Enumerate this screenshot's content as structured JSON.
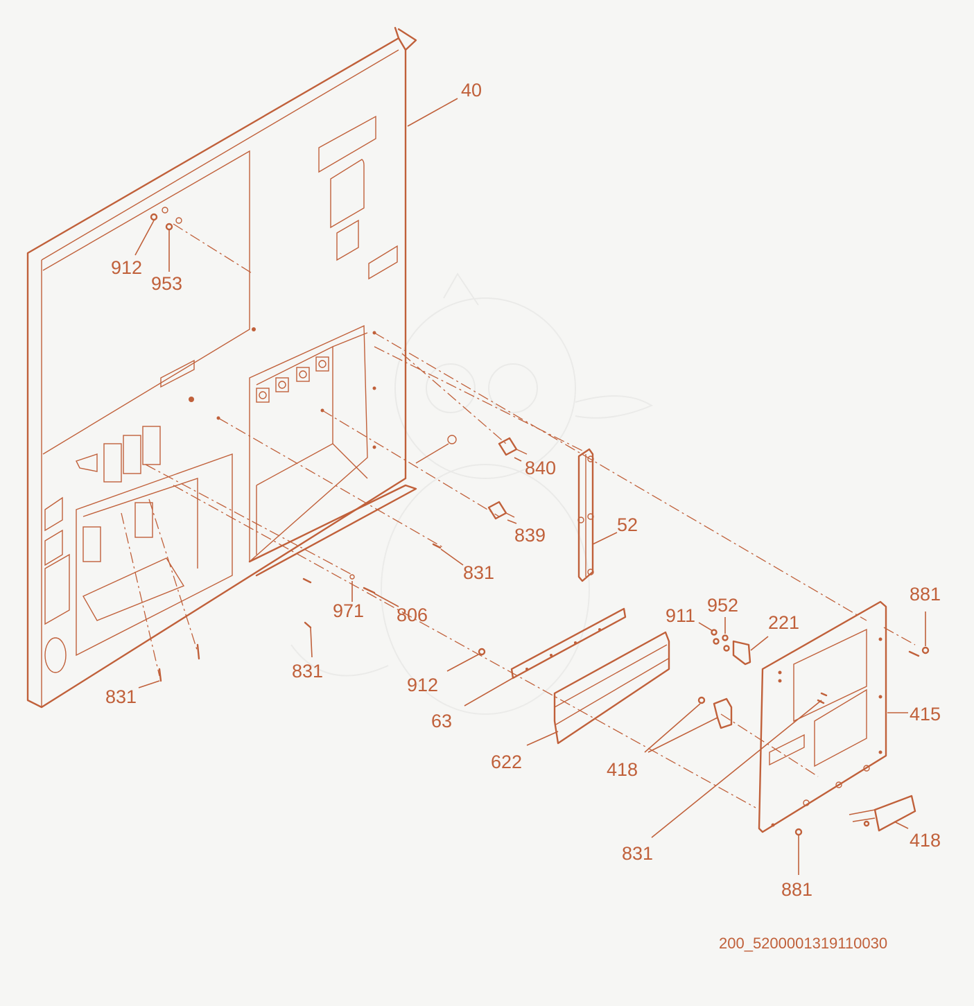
{
  "diagram": {
    "labels": {
      "p40": "40",
      "p912a": "912",
      "p953": "953",
      "p840": "840",
      "p839": "839",
      "p52": "52",
      "p831a": "831",
      "p971": "971",
      "p806": "806",
      "p831b": "831",
      "p831c": "831",
      "p881a": "881",
      "p911": "911",
      "p952": "952",
      "p221": "221",
      "p912b": "912",
      "p63": "63",
      "p622": "622",
      "p418a": "418",
      "p415": "415",
      "p418b": "418",
      "p831d": "831",
      "p881b": "881"
    },
    "document_id": "200_5200001319110030"
  },
  "colors": {
    "line": "#c0603a",
    "background": "#f6f6f4"
  }
}
